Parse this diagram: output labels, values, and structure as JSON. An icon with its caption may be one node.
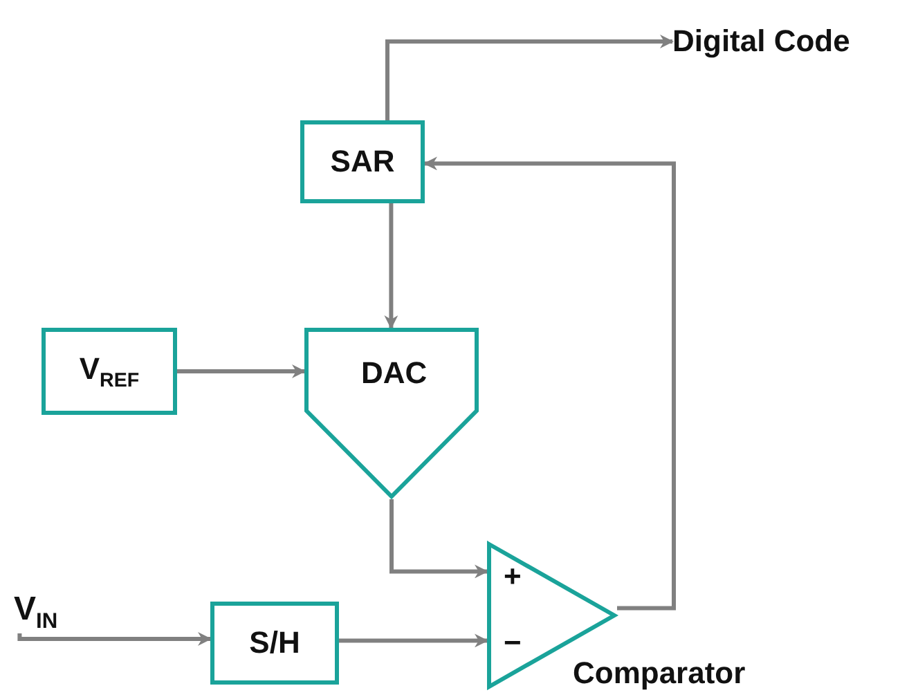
{
  "diagram": {
    "nodes": [
      {
        "text": [
          "SAR"
        ]
      },
      {
        "text": [
          "DAC"
        ]
      },
      {
        "text": [
          "V$_{REF}$"
        ]
      },
      {
        "text": [
          "S/H"
        ]
      },
      {
        "text": [
          "+",
          "−"
        ],
        "beside": [
          "Comparator"
        ]
      },
      {
        "text": [
          "Digital Code"
        ]
      },
      {
        "text": [
          "V$_{IN}$"
        ]
      }
    ],
    "edges": [
      {
        "from": 0,
        "to": 5,
        "arrow": "to"
      },
      {
        "from": 0,
        "to": 1,
        "arrow": "to"
      },
      {
        "from": 2,
        "to": 1,
        "arrow": "to"
      },
      {
        "from": 1,
        "to": 4,
        "arrow": "to"
      },
      {
        "from": 6,
        "to": 3,
        "arrow": "to"
      },
      {
        "from": 3,
        "to": 4,
        "arrow": "to"
      },
      {
        "from": 4,
        "to": 0,
        "arrow": "to"
      }
    ]
  }
}
